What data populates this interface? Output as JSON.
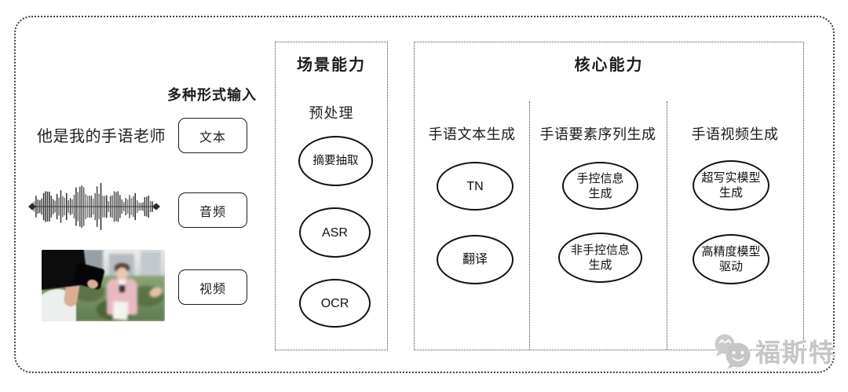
{
  "input_section": {
    "title": "多种形式输入",
    "sample_text": "他是我的手语老师",
    "types": [
      "文本",
      "音频",
      "视频"
    ]
  },
  "scene_box": {
    "title": "场景能力",
    "subtitle": "预处理",
    "nodes": [
      "摘要抽取",
      "ASR",
      "OCR"
    ]
  },
  "core_box": {
    "title": "核心能力",
    "columns": [
      {
        "header": "手语文本生成",
        "nodes": [
          "TN",
          "翻译"
        ]
      },
      {
        "header": "手语要素序列生成",
        "nodes": [
          "手控信息\n生成",
          "非手控信息\n生成"
        ]
      },
      {
        "header": "手语视频生成",
        "nodes": [
          "超写实模型\n生成",
          "高精度模型\n驱动"
        ]
      }
    ]
  },
  "watermark": {
    "brand": "福斯特"
  },
  "colors": {
    "border_dots": "#3d3d3d",
    "node_border": "#121212",
    "text": "#1c1c1c",
    "watermark_gray": "#c6c6c6",
    "blazer_pink": "#e9b9c1"
  }
}
